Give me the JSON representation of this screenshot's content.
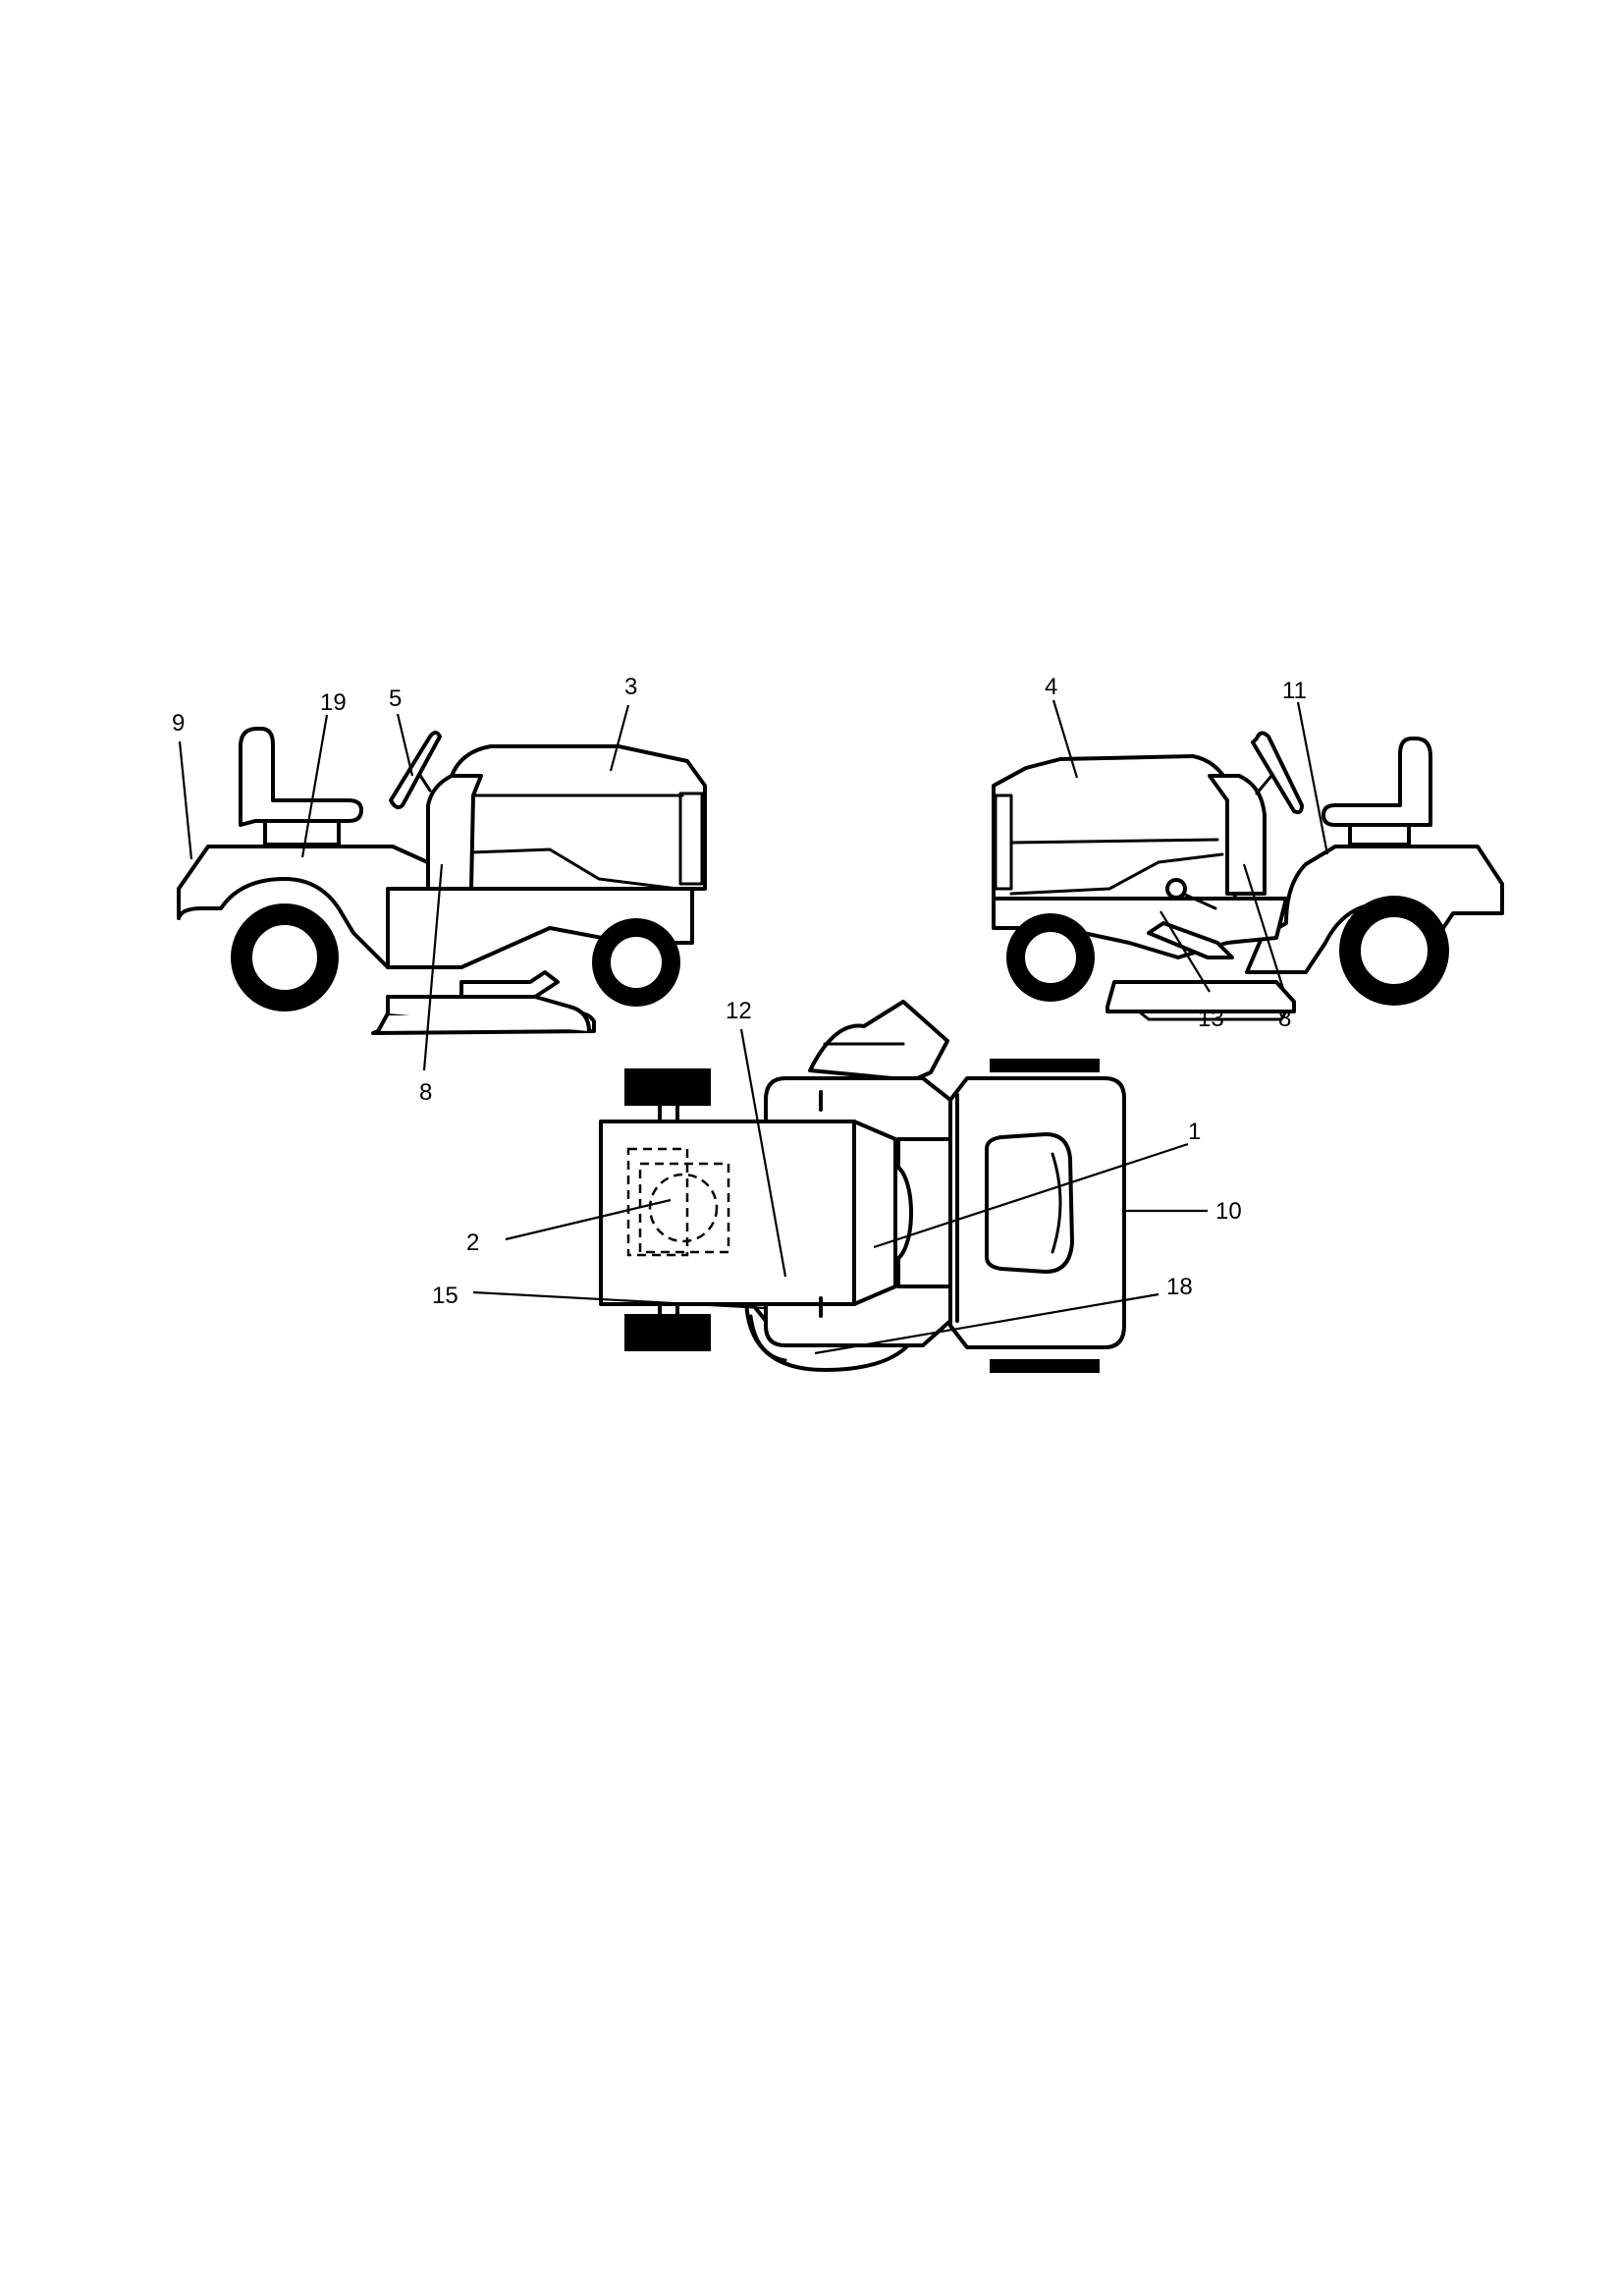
{
  "diagram": {
    "labels": {
      "l1": "1",
      "l2": "2",
      "l3": "3",
      "l4": "4",
      "l5": "5",
      "l8a": "8",
      "l8b": "8",
      "l9": "9",
      "l10": "10",
      "l11": "11",
      "l12": "12",
      "l13": "13",
      "l15": "15",
      "l18": "18",
      "l19": "19"
    }
  }
}
